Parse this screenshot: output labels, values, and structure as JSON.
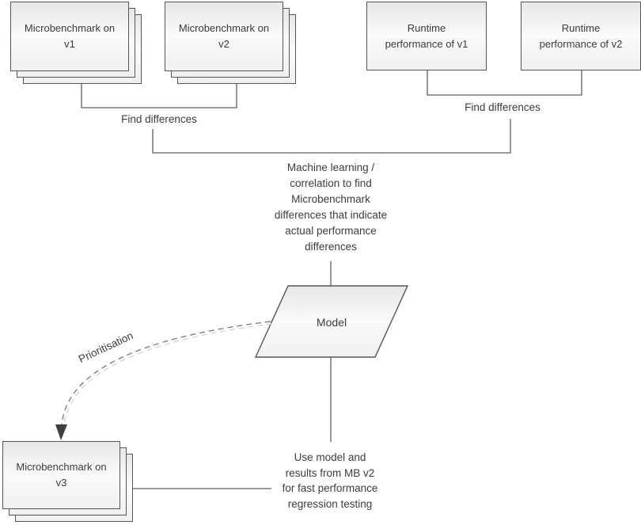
{
  "boxes": {
    "mb_v1": {
      "label": "Microbenchmark on\nv1"
    },
    "mb_v2": {
      "label": "Microbenchmark on\nv2"
    },
    "runtime_v1": {
      "label": "Runtime\nperformance of v1"
    },
    "runtime_v2": {
      "label": "Runtime\nperformance of v2"
    },
    "mb_v3": {
      "label": "Microbenchmark on\nv3"
    },
    "model": {
      "label": "Model"
    }
  },
  "labels": {
    "find_differences_micro": "Find differences",
    "find_differences_runtime": "Find differences",
    "machine_learning": "Machine learning /\ncorrelation to find\nMicrobenchmark\ndifferences that indicate\nactual performance\ndifferences",
    "prioritisation": "Prioritisation",
    "use_model": "Use model and\nresults from MB v2\nfor fast performance\nregression testing"
  },
  "colors": {
    "line": "#5f5f5f",
    "border": "#555555",
    "text": "#3c3c3c",
    "dash": "#808080",
    "dash_echo": "#d6d6d6",
    "arrow": "#3f3f3f",
    "fill_top": "#e7e7e7",
    "fill_mid": "#fafafa",
    "fill_bottom": "#f0f0f0"
  }
}
